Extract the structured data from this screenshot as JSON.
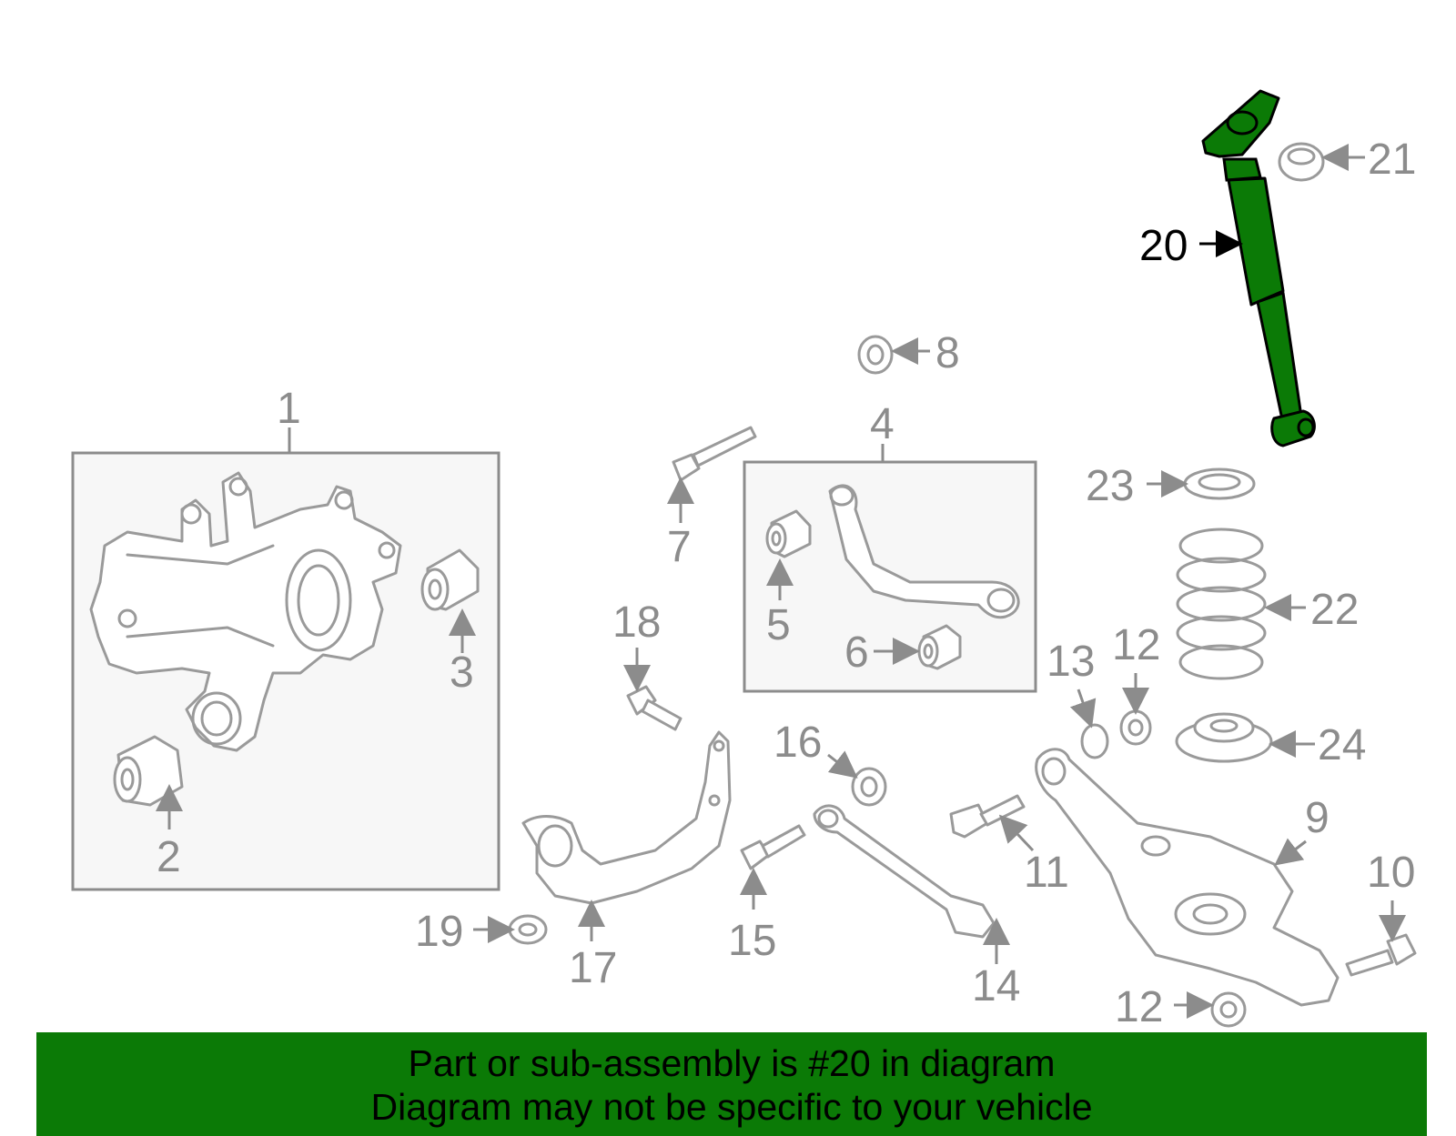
{
  "callouts": {
    "n1": "1",
    "n2": "2",
    "n3": "3",
    "n4": "4",
    "n5": "5",
    "n6": "6",
    "n7": "7",
    "n8": "8",
    "n9": "9",
    "n10": "10",
    "n11": "11",
    "n12a": "12",
    "n12b": "12",
    "n13": "13",
    "n14": "14",
    "n15": "15",
    "n16": "16",
    "n17": "17",
    "n18": "18",
    "n19": "19",
    "n20": "20",
    "n21": "21",
    "n22": "22",
    "n23": "23",
    "n24": "24"
  },
  "highlight": {
    "part_number": "20",
    "color": "#0b7a06"
  },
  "banner": {
    "line1": "Part or sub-assembly is #20 in diagram",
    "line2": "Diagram may not be specific to your vehicle",
    "background": "#0b7a06"
  }
}
